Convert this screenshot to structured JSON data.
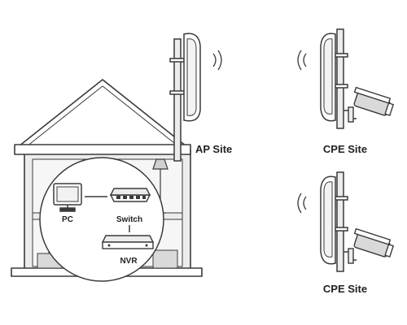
{
  "labels": {
    "ap_site": "AP Site",
    "cpe_site_top": "CPE Site",
    "cpe_site_bottom": "CPE Site",
    "pc": "PC",
    "switch": "Switch",
    "nvr": "NVR"
  },
  "colors": {
    "stroke": "#3a3a3a",
    "wall_fill": "#ececec",
    "circle_fill": "#ffffff",
    "antenna_fill": "#ffffff",
    "shade": "#d9d9d9"
  },
  "icons": [
    "house-icon",
    "antenna-icon",
    "signal-waves-icon",
    "camera-icon",
    "pc-monitor-icon",
    "switch-icon",
    "nvr-icon",
    "lamp-icon"
  ]
}
